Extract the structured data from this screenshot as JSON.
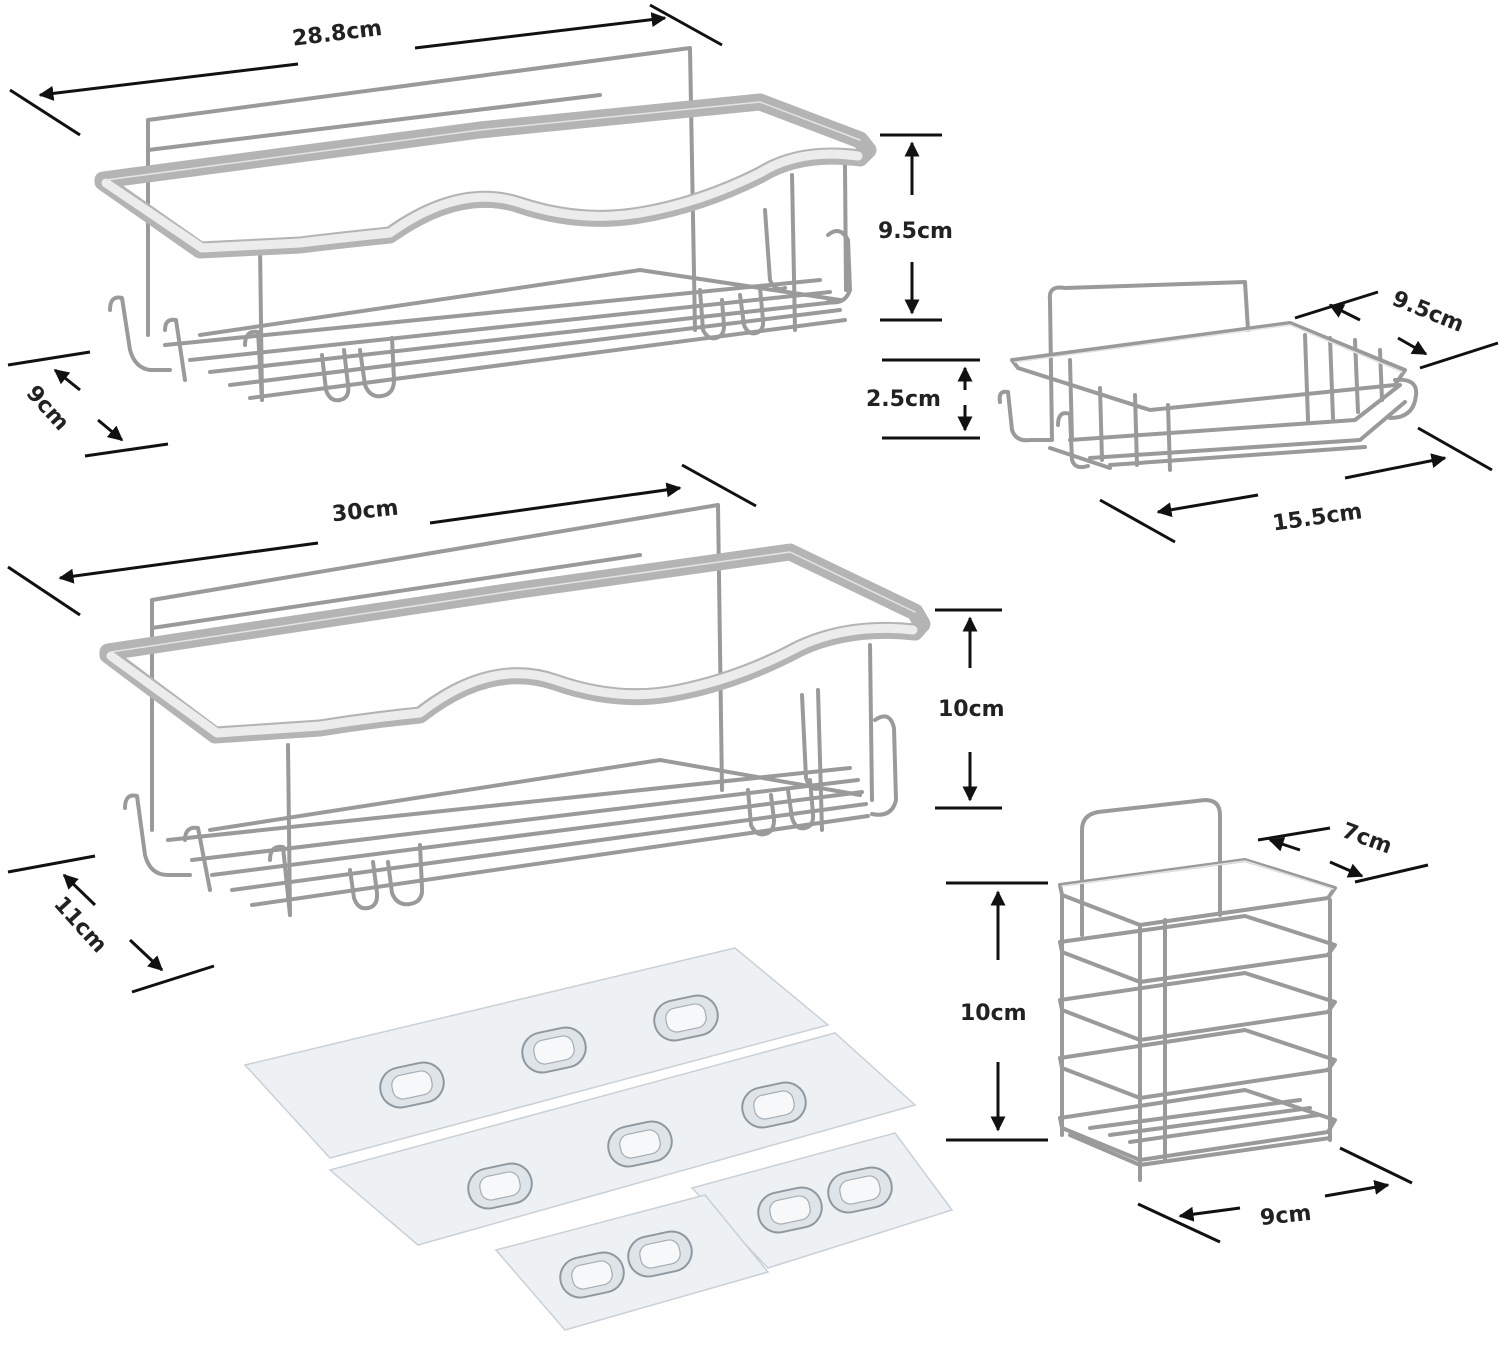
{
  "dimensions": {
    "large_shelf": {
      "width": "28.8cm",
      "height": "9.5cm",
      "depth": "9cm"
    },
    "larger_shelf": {
      "width": "30cm",
      "height": "10cm",
      "depth": "11cm"
    },
    "soap_dish": {
      "depth": "9.5cm",
      "height": "2.5cm",
      "width": "15.5cm"
    },
    "toothbrush_holder": {
      "depth": "7cm",
      "height": "10cm",
      "width": "9cm"
    }
  },
  "colors": {
    "metal": "#b4b4b4",
    "wire": "#9a9a9a",
    "dimension_line": "#111111",
    "adhesive_pad": "#eef1f4"
  },
  "adhesive_pads": {
    "large_pads": 2,
    "small_pads": 2,
    "hooks_per_large_pad": 3,
    "hooks_per_small_pad": 2
  }
}
